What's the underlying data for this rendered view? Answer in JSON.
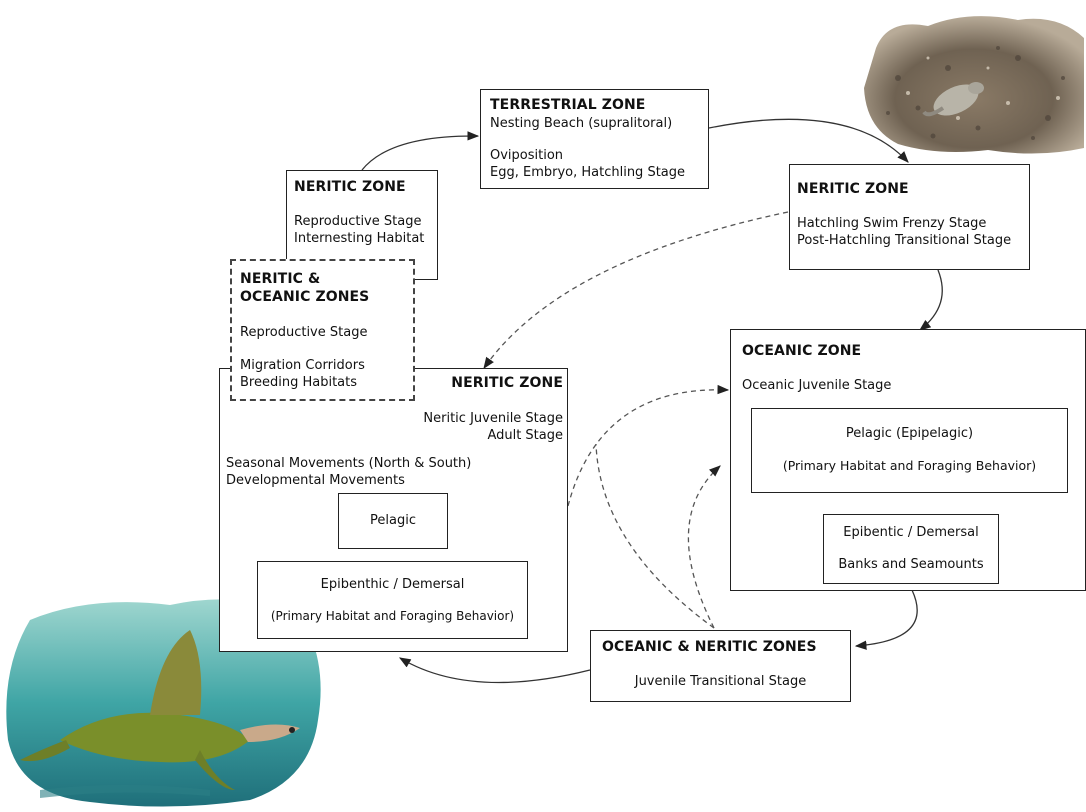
{
  "terrestrial": {
    "title": "TERRESTRIAL ZONE",
    "line1": "Nesting Beach (supralitoral)",
    "line2": "Oviposition",
    "line3": "Egg, Embryo, Hatchling Stage"
  },
  "neritic_hatchling": {
    "title": "NERITIC ZONE",
    "line1": "Hatchling Swim Frenzy Stage",
    "line2": "Post-Hatchling Transitional Stage"
  },
  "neritic_repro": {
    "title": "NERITIC ZONE",
    "line1": "Reproductive Stage",
    "line2": "Internesting Habitat"
  },
  "neritic_oceanic": {
    "title1": "NERITIC &",
    "title2": "OCEANIC ZONES",
    "line1": "Reproductive Stage",
    "line2": "Migration Corridors",
    "line3": "Breeding Habitats"
  },
  "neritic_main": {
    "title": "NERITIC ZONE",
    "line1": "Neritic Juvenile Stage",
    "line2": "Adult Stage",
    "line3": "Seasonal Movements (North & South)",
    "line4": "Developmental Movements",
    "pelagic": "Pelagic",
    "epi_title": "Epibenthic / Demersal",
    "epi_sub": "(Primary Habitat and Foraging Behavior)"
  },
  "oceanic": {
    "title": "OCEANIC ZONE",
    "line1": "Oceanic Juvenile Stage",
    "pelagic_title": "Pelagic (Epipelagic)",
    "pelagic_sub": "(Primary Habitat and Foraging Behavior)",
    "epi_title": "Epibentic / Demersal",
    "epi_sub": "Banks and Seamounts"
  },
  "transition": {
    "title": "OCEANIC & NERITIC ZONES",
    "line1": "Juvenile Transitional Stage"
  },
  "photos": {
    "beach_photo": "hatchling-on-beach",
    "sea_photo": "sea-turtle-underwater"
  }
}
